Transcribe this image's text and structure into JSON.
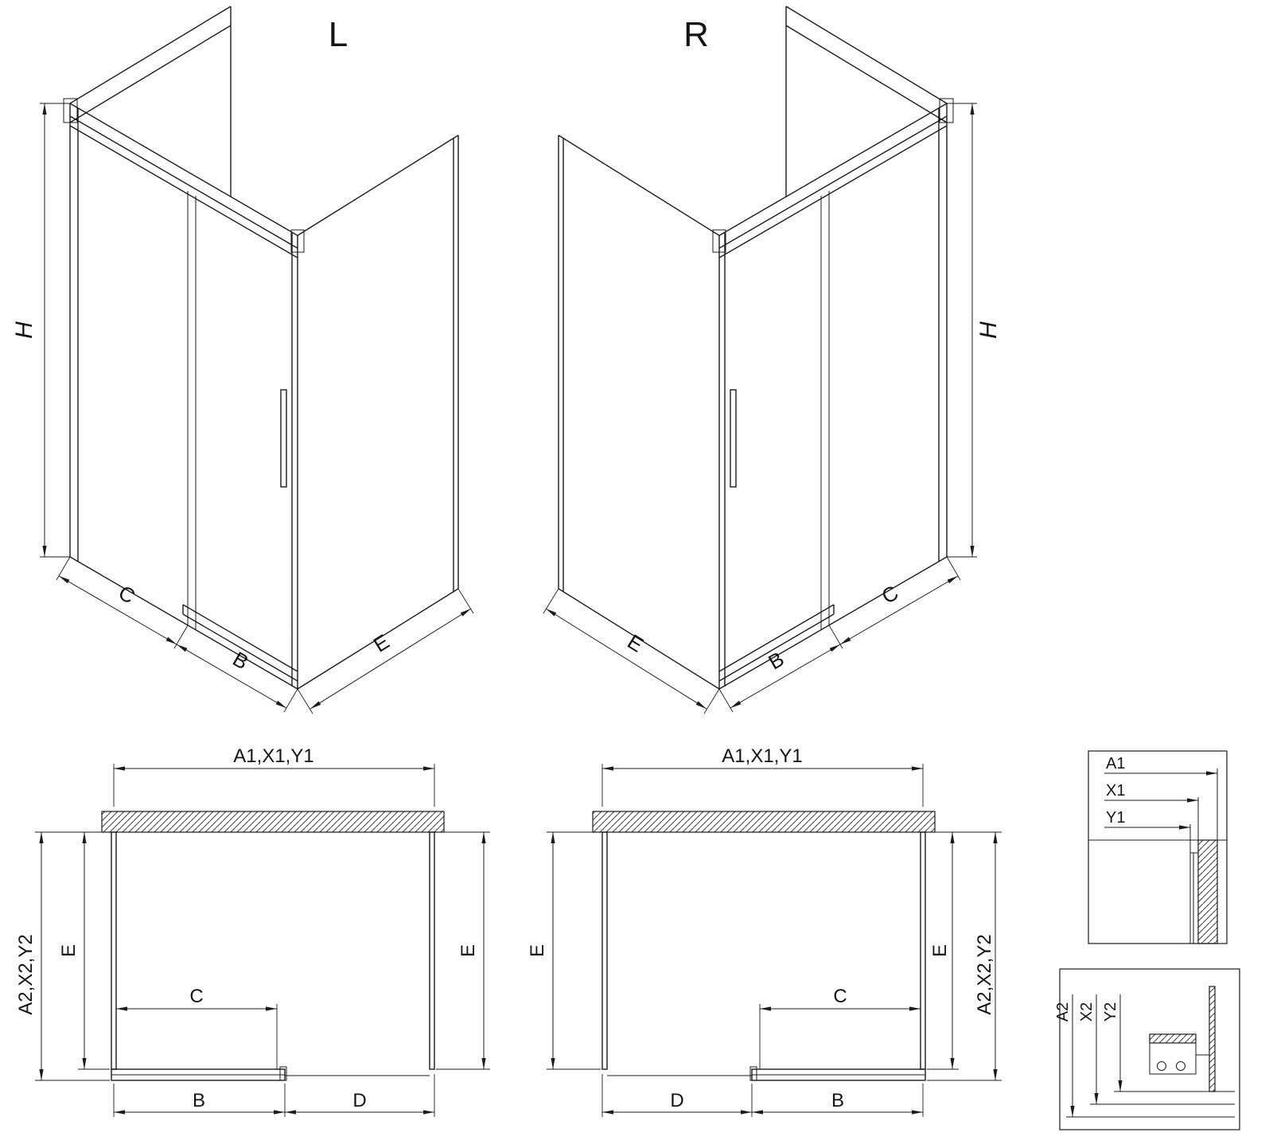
{
  "page": {
    "background": "#ffffff",
    "line_color": "#1b1b1b"
  },
  "iso_left": {
    "label": "L",
    "dim_height": "H",
    "dim_fixed": "C",
    "dim_door": "B",
    "dim_side": "E"
  },
  "iso_right": {
    "label": "R",
    "dim_height": "H",
    "dim_fixed": "C",
    "dim_door": "B",
    "dim_side": "E"
  },
  "plan_left": {
    "dim_top": "A1,X1,Y1",
    "dim_depth_outer": "A2,X2,Y2",
    "dim_depth_left": "E",
    "dim_depth_right": "E",
    "dim_door_panel": "C",
    "dim_track": "B",
    "dim_opening": "D"
  },
  "plan_right": {
    "dim_top": "A1,X1,Y1",
    "dim_depth_outer": "A2,X2,Y2",
    "dim_depth_left": "E",
    "dim_depth_right": "E",
    "dim_door_panel": "C",
    "dim_track": "B",
    "dim_opening": "D"
  },
  "detail_width": {
    "labels": [
      "A1",
      "X1",
      "Y1"
    ]
  },
  "detail_depth": {
    "labels": [
      "A2",
      "X2",
      "Y2"
    ]
  }
}
